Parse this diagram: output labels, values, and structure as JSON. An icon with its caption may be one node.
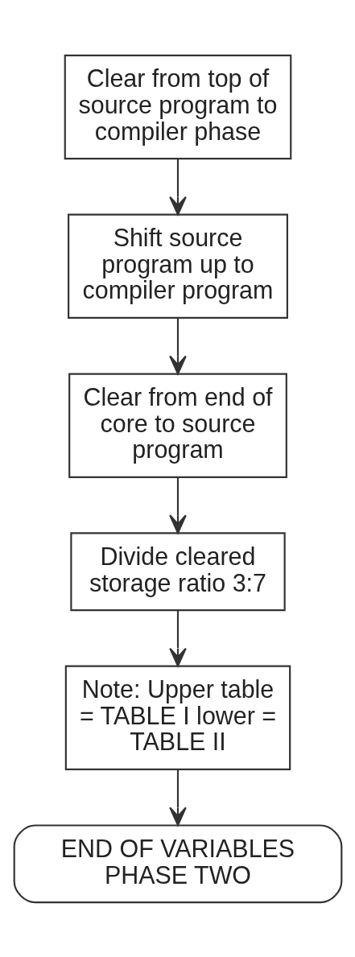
{
  "diagram": {
    "nodes": [
      {
        "text": [
          "Clear from top of source program to compiler phase"
        ]
      },
      {
        "text": [
          "Shift source program up to compiler program"
        ]
      },
      {
        "text": [
          "Clear from end of core to source program"
        ]
      },
      {
        "text": [
          "Divide cleared storage ratio 3:7"
        ]
      },
      {
        "text": [
          "Note: Upper table = TABLE I lower = TABLE II"
        ]
      },
      {
        "text": [
          "END OF VARIABLES PHASE TWO"
        ]
      }
    ],
    "edges": [
      {
        "from": 0,
        "to": 1,
        "arrow": "to"
      },
      {
        "from": 1,
        "to": 2,
        "arrow": "to"
      },
      {
        "from": 2,
        "to": 3,
        "arrow": "to"
      },
      {
        "from": 3,
        "to": 4,
        "arrow": "to"
      },
      {
        "from": 4,
        "to": 5,
        "arrow": "to"
      }
    ]
  }
}
